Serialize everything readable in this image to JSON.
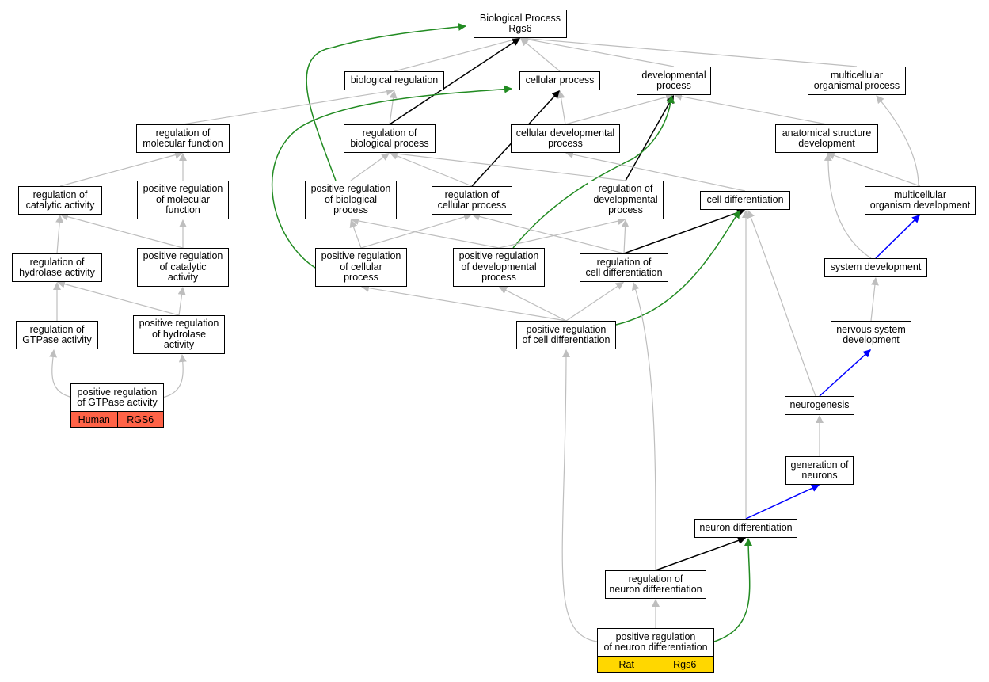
{
  "graph": {
    "nodes": {
      "bp": {
        "label": "Biological Process\nRgs6"
      },
      "breg": {
        "label": "biological regulation"
      },
      "cellproc": {
        "label": "cellular process"
      },
      "devproc": {
        "label": "developmental\nprocess"
      },
      "mop": {
        "label": "multicellular\norganismal process"
      },
      "regmol": {
        "label": "regulation of\nmolecular function"
      },
      "regbio": {
        "label": "regulation of\nbiological process"
      },
      "celldev": {
        "label": "cellular developmental\nprocess"
      },
      "anat": {
        "label": "anatomical structure\ndevelopment"
      },
      "regcat": {
        "label": "regulation of\ncatalytic activity"
      },
      "posregmol": {
        "label": "positive regulation\nof molecular\nfunction"
      },
      "posregbio": {
        "label": "positive regulation\nof biological\nprocess"
      },
      "regcell": {
        "label": "regulation of\ncellular process"
      },
      "regdev": {
        "label": "regulation of\ndevelopmental\nprocess"
      },
      "celldiff": {
        "label": "cell differentiation"
      },
      "mod": {
        "label": "multicellular\norganism development"
      },
      "reghyd": {
        "label": "regulation of\nhydrolase activity"
      },
      "posregcat": {
        "label": "positive regulation\nof catalytic\nactivity"
      },
      "posregcell": {
        "label": "positive regulation\nof cellular\nprocess"
      },
      "posregdev": {
        "label": "positive regulation\nof developmental\nprocess"
      },
      "regcelldiff": {
        "label": "regulation of\ncell differentiation"
      },
      "sysdev": {
        "label": "system development"
      },
      "reggtp": {
        "label": "regulation of\nGTPase activity"
      },
      "posreghyd": {
        "label": "positive regulation\nof hydrolase\nactivity"
      },
      "posregcelldiff": {
        "label": "positive regulation\nof cell differentiation"
      },
      "nsdev": {
        "label": "nervous system\ndevelopment"
      },
      "posreggtp": {
        "label": "positive regulation\nof GTPase activity",
        "tags": [
          "Human",
          "RGS6"
        ],
        "tag_color": "#ff6347"
      },
      "neurogen": {
        "label": "neurogenesis"
      },
      "genneur": {
        "label": "generation of\nneurons"
      },
      "neurdiff": {
        "label": "neuron differentiation"
      },
      "regneurdiff": {
        "label": "regulation of\nneuron differentiation"
      },
      "posregneurdiff": {
        "label": "positive regulation\nof neuron differentiation",
        "tags": [
          "Rat",
          "Rgs6"
        ],
        "tag_color": "#ffd700"
      }
    },
    "edge_colors": {
      "is_a": "#bebebe",
      "part_of": "#0000ff",
      "regulates": "#000000",
      "positively_regulates": "#228b22"
    },
    "edges": [
      {
        "from": "breg",
        "to": "bp",
        "type": "is_a"
      },
      {
        "from": "cellproc",
        "to": "bp",
        "type": "is_a"
      },
      {
        "from": "devproc",
        "to": "bp",
        "type": "is_a"
      },
      {
        "from": "mop",
        "to": "bp",
        "type": "is_a"
      },
      {
        "from": "regbio",
        "to": "bp",
        "type": "regulates"
      },
      {
        "from": "posregbio",
        "to": "bp",
        "type": "positively_regulates"
      },
      {
        "from": "regmol",
        "to": "breg",
        "type": "is_a"
      },
      {
        "from": "regbio",
        "to": "breg",
        "type": "is_a"
      },
      {
        "from": "celldev",
        "to": "cellproc",
        "type": "is_a"
      },
      {
        "from": "regcell",
        "to": "cellproc",
        "type": "regulates"
      },
      {
        "from": "posregcell",
        "to": "cellproc",
        "type": "positively_regulates"
      },
      {
        "from": "celldev",
        "to": "devproc",
        "type": "is_a"
      },
      {
        "from": "anat",
        "to": "devproc",
        "type": "is_a"
      },
      {
        "from": "regdev",
        "to": "devproc",
        "type": "regulates"
      },
      {
        "from": "posregdev",
        "to": "devproc",
        "type": "positively_regulates"
      },
      {
        "from": "mod",
        "to": "mop",
        "type": "is_a"
      },
      {
        "from": "regcat",
        "to": "regmol",
        "type": "is_a"
      },
      {
        "from": "posregmol",
        "to": "regmol",
        "type": "is_a"
      },
      {
        "from": "posregbio",
        "to": "regbio",
        "type": "is_a"
      },
      {
        "from": "regcell",
        "to": "regbio",
        "type": "is_a"
      },
      {
        "from": "regdev",
        "to": "regbio",
        "type": "is_a"
      },
      {
        "from": "celldiff",
        "to": "celldev",
        "type": "is_a"
      },
      {
        "from": "mod",
        "to": "anat",
        "type": "is_a"
      },
      {
        "from": "sysdev",
        "to": "anat",
        "type": "is_a"
      },
      {
        "from": "reghyd",
        "to": "regcat",
        "type": "is_a"
      },
      {
        "from": "posregcat",
        "to": "regcat",
        "type": "is_a"
      },
      {
        "from": "posregcat",
        "to": "posregmol",
        "type": "is_a"
      },
      {
        "from": "posregcell",
        "to": "posregbio",
        "type": "is_a"
      },
      {
        "from": "posregdev",
        "to": "posregbio",
        "type": "is_a"
      },
      {
        "from": "posregcell",
        "to": "regcell",
        "type": "is_a"
      },
      {
        "from": "regcelldiff",
        "to": "regcell",
        "type": "is_a"
      },
      {
        "from": "posregdev",
        "to": "regdev",
        "type": "is_a"
      },
      {
        "from": "regcelldiff",
        "to": "regdev",
        "type": "is_a"
      },
      {
        "from": "regcelldiff",
        "to": "celldiff",
        "type": "regulates"
      },
      {
        "from": "posregcelldiff",
        "to": "celldiff",
        "type": "positively_regulates"
      },
      {
        "from": "neurogen",
        "to": "celldiff",
        "type": "is_a"
      },
      {
        "from": "neurdiff",
        "to": "celldiff",
        "type": "is_a"
      },
      {
        "from": "sysdev",
        "to": "mod",
        "type": "part_of"
      },
      {
        "from": "reggtp",
        "to": "reghyd",
        "type": "is_a"
      },
      {
        "from": "posreghyd",
        "to": "reghyd",
        "type": "is_a"
      },
      {
        "from": "posreghyd",
        "to": "posregcat",
        "type": "is_a"
      },
      {
        "from": "posregcelldiff",
        "to": "posregcell",
        "type": "is_a"
      },
      {
        "from": "posregcelldiff",
        "to": "posregdev",
        "type": "is_a"
      },
      {
        "from": "posregcelldiff",
        "to": "regcelldiff",
        "type": "is_a"
      },
      {
        "from": "regneurdiff",
        "to": "regcelldiff",
        "type": "is_a"
      },
      {
        "from": "nsdev",
        "to": "sysdev",
        "type": "is_a"
      },
      {
        "from": "posreggtp",
        "to": "reggtp",
        "type": "is_a"
      },
      {
        "from": "posreggtp",
        "to": "posreghyd",
        "type": "is_a"
      },
      {
        "from": "posregneurdiff",
        "to": "posregcelldiff",
        "type": "is_a"
      },
      {
        "from": "neurogen",
        "to": "nsdev",
        "type": "part_of"
      },
      {
        "from": "genneur",
        "to": "neurogen",
        "type": "is_a"
      },
      {
        "from": "neurdiff",
        "to": "genneur",
        "type": "part_of"
      },
      {
        "from": "regneurdiff",
        "to": "neurdiff",
        "type": "regulates"
      },
      {
        "from": "posregneurdiff",
        "to": "neurdiff",
        "type": "positively_regulates"
      },
      {
        "from": "posregneurdiff",
        "to": "regneurdiff",
        "type": "is_a"
      }
    ]
  }
}
